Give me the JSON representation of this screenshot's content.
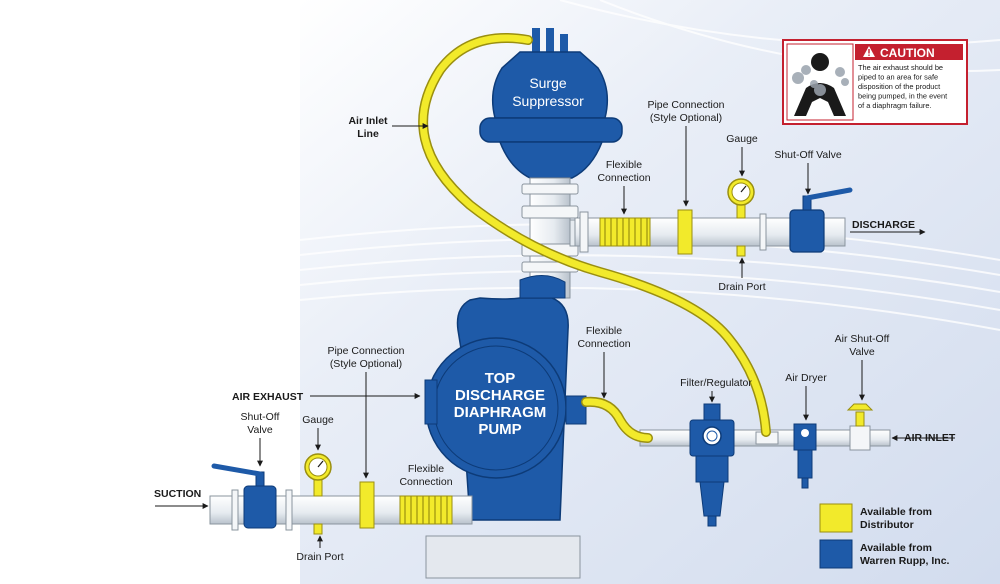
{
  "labels": {
    "surge_suppressor_1": "Surge",
    "surge_suppressor_2": "Suppressor",
    "air_inlet_line_1": "Air Inlet",
    "air_inlet_line_2": "Line",
    "pipe_conn_top_1": "Pipe Connection",
    "pipe_conn_top_2": "(Style Optional)",
    "flexible_top_1": "Flexible",
    "flexible_top_2": "Connection",
    "gauge_top": "Gauge",
    "shutoff_top": "Shut-Off Valve",
    "discharge": "DISCHARGE",
    "drain_port_top": "Drain Port",
    "flexible_mid_1": "Flexible",
    "flexible_mid_2": "Connection",
    "pipe_conn_bottom_1": "Pipe Connection",
    "pipe_conn_bottom_2": "(Style Optional)",
    "air_exhaust": "AIR EXHAUST",
    "pump_1": "TOP",
    "pump_2": "DISCHARGE",
    "pump_3": "DIAPHRAGM",
    "pump_4": "PUMP",
    "filter_regulator": "Filter/Regulator",
    "air_dryer": "Air Dryer",
    "air_shutoff_1": "Air Shut-Off",
    "air_shutoff_2": "Valve",
    "air_inlet": "AIR INLET",
    "shutoff_bottom_1": "Shut-Off",
    "shutoff_bottom_2": "Valve",
    "gauge_bottom": "Gauge",
    "flexible_bottom_1": "Flexible",
    "flexible_bottom_2": "Connection",
    "suction": "SUCTION",
    "drain_port_bottom": "Drain Port"
  },
  "caution": {
    "heading": "CAUTION",
    "lines": [
      "The air exhaust should be",
      "piped to an area for safe",
      "disposition of the product",
      "being pumped, in the event",
      "of a diaphragm failure."
    ]
  },
  "legend": {
    "yellow_1": "Available from",
    "yellow_2": "Distributor",
    "blue_1": "Available from",
    "blue_2": "Warren Rupp, Inc."
  },
  "colors": {
    "supplier_yellow": "#f2ea2b",
    "rupp_blue": "#1e5aa8",
    "pipe_white": "#f4f6f8",
    "caution_red": "#c4202f"
  }
}
